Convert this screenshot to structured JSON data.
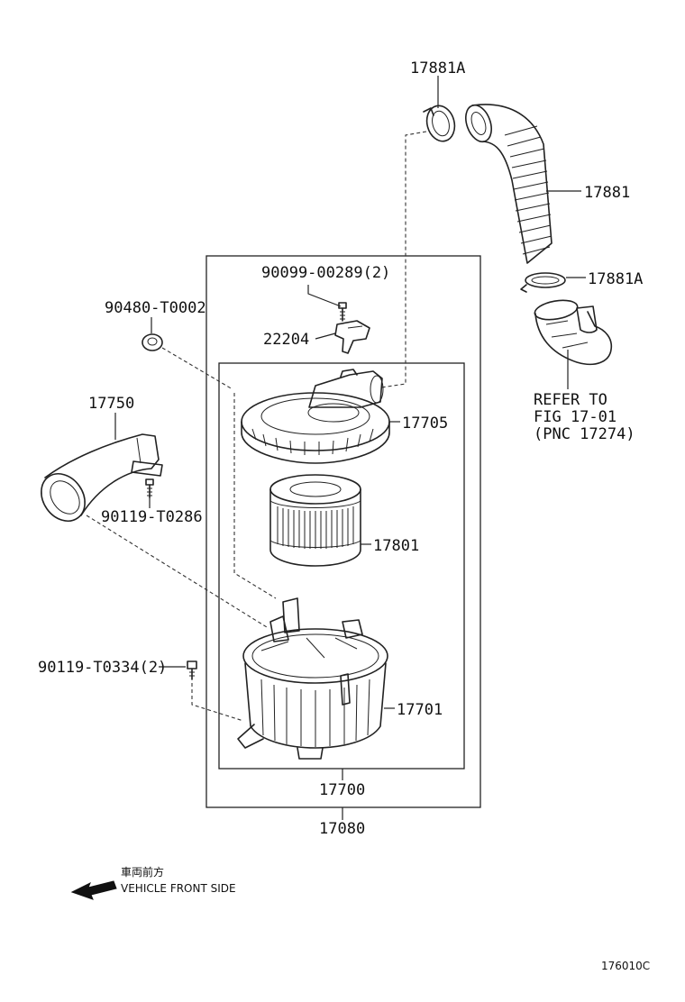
{
  "callouts": {
    "p17881A_top": "17881A",
    "p17881": "17881",
    "p17881A_bottom": "17881A",
    "p90099": "90099-00289(2)",
    "p90480": "90480-T0002",
    "p22204": "22204",
    "p17750": "17750",
    "p17705": "17705",
    "p90119_t0286": "90119-T0286",
    "p17801": "17801",
    "p90119_t0334": "90119-T0334(2)",
    "p17701": "17701",
    "p17700": "17700",
    "p17080": "17080"
  },
  "refer_note": {
    "line1": "REFER TO",
    "line2": "FIG 17-01",
    "line3": "(PNC 17274)"
  },
  "direction": {
    "japanese": "車両前方",
    "english": "VEHICLE FRONT SIDE"
  },
  "figure_id": "176010C"
}
